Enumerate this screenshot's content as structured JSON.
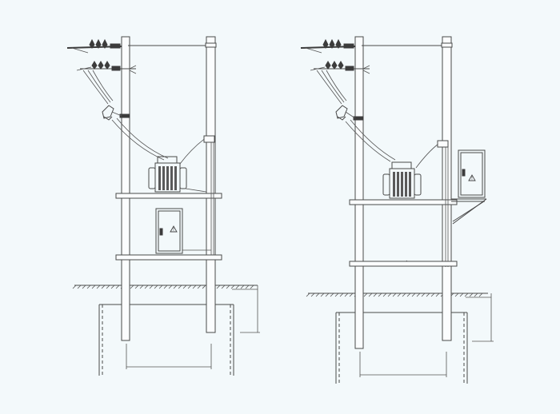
{
  "figure": {
    "diagrams": [
      {
        "id": "left-layout",
        "cabinet_position": "below-transformer",
        "warning_symbol": "⚡"
      },
      {
        "id": "right-layout",
        "cabinet_position": "side-bracket",
        "warning_symbol": "⚡"
      }
    ],
    "colors": {
      "background": "#f3f9fb",
      "line": "#4a4a4a",
      "fill": "#fbfdfe"
    }
  }
}
